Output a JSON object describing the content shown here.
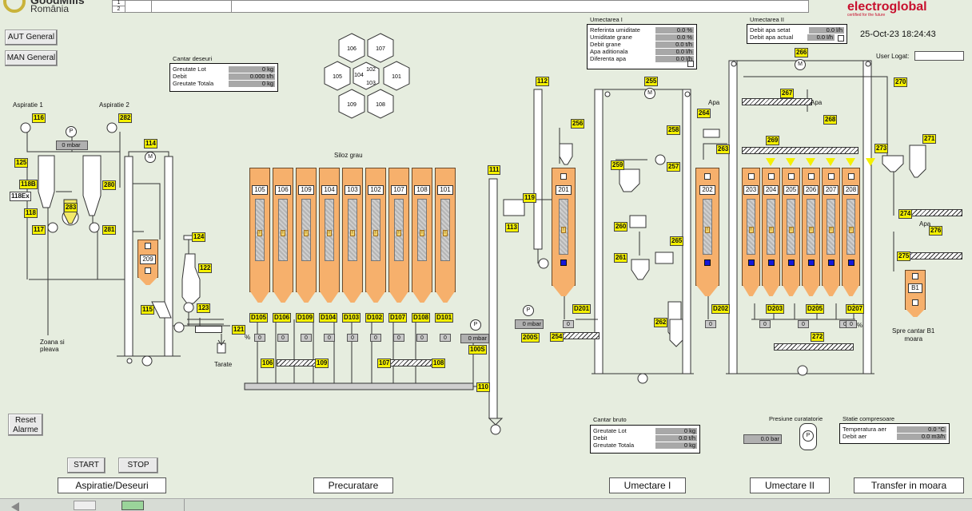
{
  "header": {
    "logo_line1": "GoodMills",
    "logo_line2": "România",
    "row1": "1",
    "row2": "2",
    "brand": "electroglobal",
    "brand_tagline": "certified for the future",
    "datetime": "25-Oct-23 18:24:43",
    "user_label": "User Logat:",
    "user_value": ""
  },
  "buttons": {
    "aut": "AUT General",
    "man": "MAN General",
    "reset": "Reset\nAlarme",
    "start": "START",
    "stop": "STOP"
  },
  "sections": {
    "s1": "Aspiratie/Deseuri",
    "s2": "Precuratare",
    "s3": "Umectare I",
    "s4": "Umectare II",
    "s5": "Transfer in moara"
  },
  "cantar_deseuri": {
    "title": "Cantar deseuri",
    "rows": [
      {
        "label": "Greutate Lot",
        "value": "0 kg"
      },
      {
        "label": "Debit",
        "value": "0.000 t/h"
      },
      {
        "label": "Greutate Totala",
        "value": "0 kg"
      }
    ]
  },
  "umectare1": {
    "title": "Umectarea I",
    "rows": [
      {
        "label": "Referinta umiditate",
        "value": "0.0 %"
      },
      {
        "label": "Umiditate grane",
        "value": "0.0 %"
      },
      {
        "label": "Debit grane",
        "value": "0.0 t/h"
      },
      {
        "label": "Apa aditionala",
        "value": "0.0 l/h"
      },
      {
        "label": "Diferenta apa",
        "value": "0.0 l/h"
      }
    ]
  },
  "umectare2": {
    "title": "Umectarea II",
    "rows": [
      {
        "label": "Debit apa setat",
        "value": "0.0 l/h"
      },
      {
        "label": "Debit apa actual",
        "value": "0.0 l/h"
      }
    ]
  },
  "cantar_bruto": {
    "title": "Cantar bruto",
    "rows": [
      {
        "label": "Greutate Lot",
        "value": "0 kg"
      },
      {
        "label": "Debit",
        "value": "0.0 t/h"
      },
      {
        "label": "Greutate Totala",
        "value": "0 kg"
      }
    ]
  },
  "presiune": {
    "title": "Presiune curatatorie",
    "value": "0.0 bar",
    "gauge": "P"
  },
  "compresoare": {
    "title": "Statie compresoare",
    "rows": [
      {
        "label": "Temperatura aer",
        "value": "0.0 °C"
      },
      {
        "label": "Debit aer",
        "value": "0.0 m3/h"
      }
    ]
  },
  "aspiratie": {
    "a1": "Aspiratie 1",
    "a2": "Aspiratie 2",
    "mbar": "0 mbar",
    "zona": "Zoana si\npleava",
    "tarate": "Tarate",
    "pump": "P",
    "motor": "M"
  },
  "siloz": {
    "title": "Siloz grau",
    "silos": [
      "105",
      "106",
      "109",
      "104",
      "103",
      "102",
      "107",
      "108",
      "101"
    ],
    "dtags": [
      "D105",
      "D106",
      "D109",
      "D104",
      "D103",
      "D102",
      "D107",
      "D108",
      "D101"
    ]
  },
  "hex": [
    "106",
    "107",
    "105",
    "104",
    "102",
    "103",
    "101",
    "109",
    "108"
  ],
  "mbar100": "0 mbar",
  "mbar200": "0 mbar",
  "zero": "0",
  "pct": "%",
  "apa": "Apa",
  "spre": "Spre cantar B1\nmoara",
  "tags": {
    "t116": "116",
    "t282": "282",
    "t125": "125",
    "t118b": "118B",
    "t118ex": "118Ex",
    "t118": "118",
    "t117": "117",
    "t283": "283",
    "t280": "280",
    "t281": "281",
    "t114": "114",
    "t124": "124",
    "t122": "122",
    "t209": "209",
    "t115": "115",
    "t123": "123",
    "t121": "121",
    "t106": "106",
    "t109": "109",
    "t107": "107",
    "t108": "108",
    "t110": "110",
    "t100s": "100S",
    "t111": "111",
    "t119": "119",
    "t113": "113",
    "t112": "112",
    "t256": "256",
    "t201": "201",
    "tD201": "D201",
    "t200s": "200S",
    "t254": "254",
    "t255": "255",
    "t258": "258",
    "t259": "259",
    "t257": "257",
    "t260": "260",
    "t261": "261",
    "t265": "265",
    "t262": "262",
    "t264": "264",
    "t263": "263",
    "t202": "202",
    "tD202": "D202",
    "t266": "266",
    "t267": "267",
    "t268": "268",
    "t269": "269",
    "tD203": "D203",
    "tD205": "D205",
    "tD207": "D207",
    "t272": "272",
    "t270": "270",
    "t273": "273",
    "t271": "271",
    "t274": "274",
    "t276": "276",
    "t275": "275",
    "tB1": "B1",
    "u2silos": [
      "203",
      "204",
      "205",
      "206",
      "207",
      "208"
    ]
  }
}
